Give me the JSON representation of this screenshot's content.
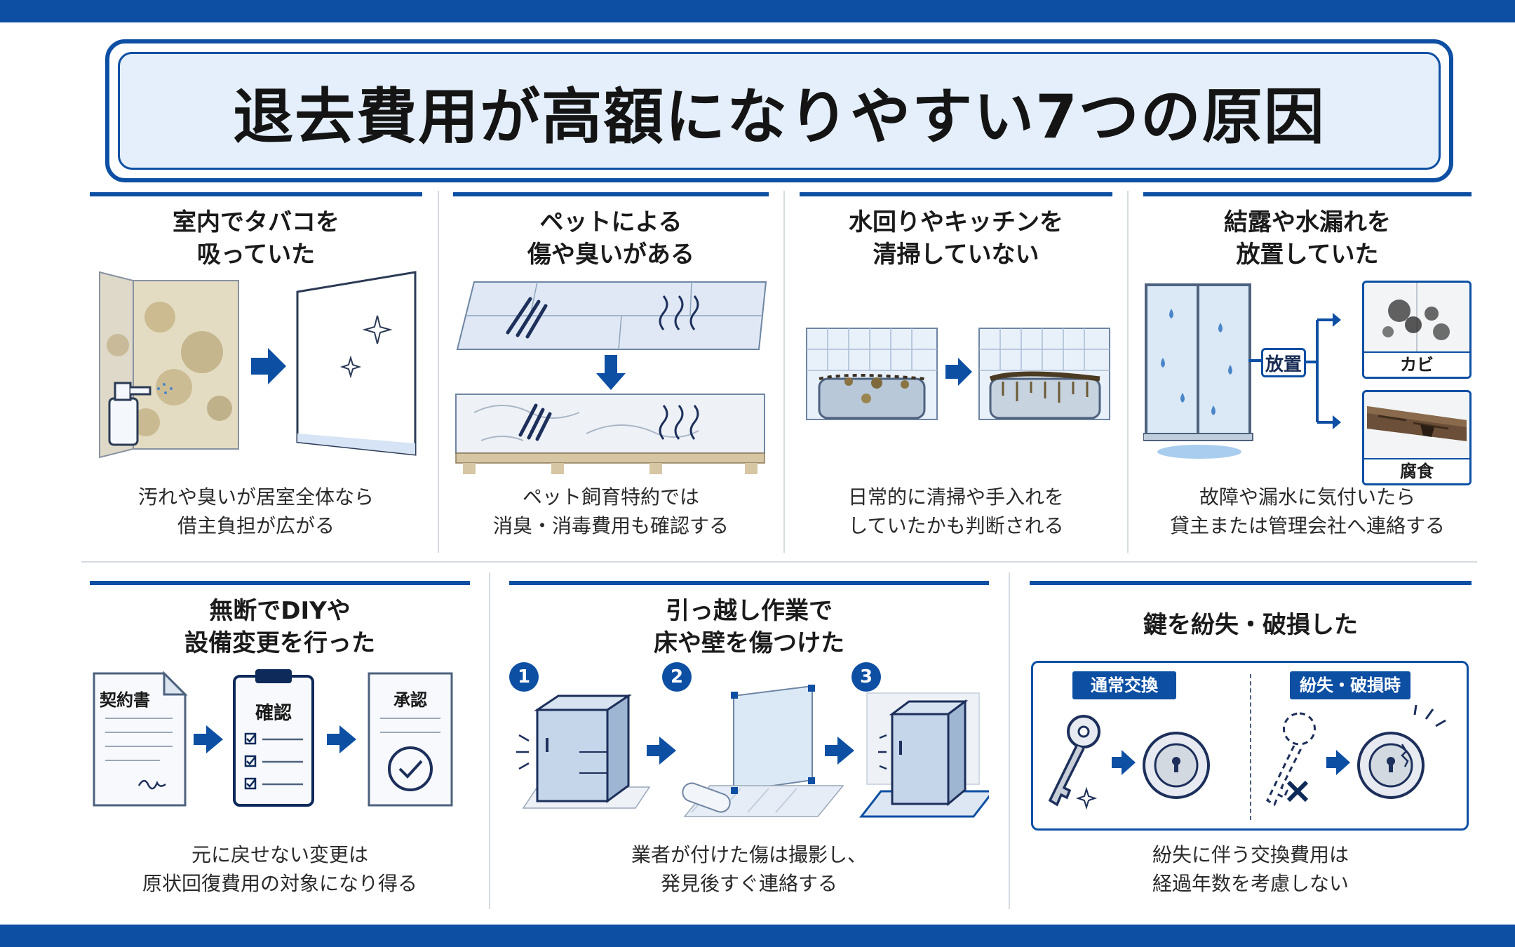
{
  "title": "退去費用が高額になりやすい7つの原因",
  "colors": {
    "accent": "#0d4fa3",
    "title_bg": "#e4effb"
  },
  "causes": [
    {
      "title_lines": [
        "室内でタバコを",
        "吸っていた"
      ],
      "desc_lines": [
        "汚れや臭いが居室全体なら",
        "借主負担が広がる"
      ]
    },
    {
      "title_lines": [
        "ペットによる",
        "傷や臭いがある"
      ],
      "desc_lines": [
        "ペット飼育特約では",
        "消臭・消毒費用も確認する"
      ]
    },
    {
      "title_lines": [
        "水回りやキッチンを",
        "清掃していない"
      ],
      "desc_lines": [
        "日常的に清掃や手入れを",
        "していたかも判断される"
      ]
    },
    {
      "title_lines": [
        "結露や水漏れを",
        "放置していた"
      ],
      "desc_lines": [
        "故障や漏水に気付いたら",
        "貸主または管理会社へ連絡する"
      ],
      "labels": {
        "neglect": "放置",
        "mold": "カビ",
        "rot": "腐食"
      }
    },
    {
      "title_lines": [
        "無断でDIYや",
        "設備変更を行った"
      ],
      "desc_lines": [
        "元に戻せない変更は",
        "原状回復費用の対象になり得る"
      ],
      "labels": {
        "contract": "契約書",
        "check": "確認",
        "approval": "承認"
      }
    },
    {
      "title_lines": [
        "引っ越し作業で",
        "床や壁を傷つけた"
      ],
      "desc_lines": [
        "業者が付けた傷は撮影し、",
        "発見後すぐ連絡する"
      ],
      "steps": [
        "1",
        "2",
        "3"
      ]
    },
    {
      "title_lines": [
        "鍵を紛失・破損した"
      ],
      "desc_lines": [
        "紛失に伴う交換費用は",
        "経過年数を考慮しない"
      ],
      "labels": {
        "normal": "通常交換",
        "lost": "紛失・破損時"
      }
    }
  ]
}
